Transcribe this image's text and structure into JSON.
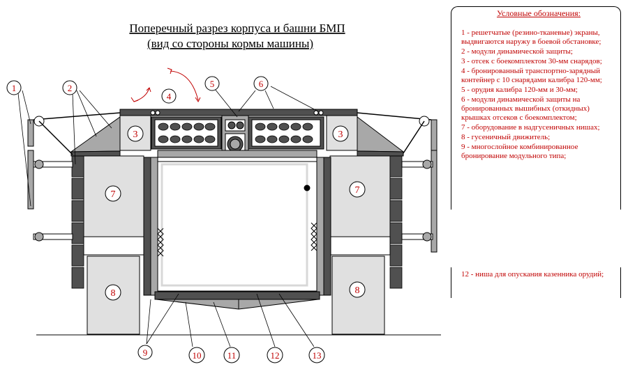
{
  "title": {
    "line1": "Поперечный разрез корпуса и башни БМП",
    "line2": "(вид со стороны кормы машины)"
  },
  "legend": {
    "heading": "Условные обозначения:",
    "items": [
      "1 - решетчатые (резино-тканевые) экраны, выдвигаются наружу в боевой обстановке;",
      "2 - модули динамической защиты;",
      "3 - отсек с боекомплектом 30-мм снарядов;",
      "4 - бронированный транспортно-зарядный контейнер с 10 снарядами калибра 120-мм;",
      "5 - орудия калибра 120-мм и 30-мм;",
      "6 - модули динамической защиты на бронированных вышибных (откидных) крышках отсеков с боекомплектом;",
      "7 - оборудование в надгусеничных нишах;",
      "8 - гусеничный движитель;",
      "9 - многослойное комбинированное бронирование  модульного типа;"
    ],
    "item12": "12 - ниша для опускания казенника орудий;"
  },
  "callouts": {
    "c1": "1",
    "c2": "2",
    "c3": "3",
    "c4": "4",
    "c5": "5",
    "c6": "6",
    "c7": "7",
    "c8": "8",
    "c9": "9",
    "c10": "10",
    "c11": "11",
    "c12": "12",
    "c13": "13"
  },
  "colors": {
    "label": "#c00000",
    "dark_armor": "#505050",
    "mid_armor": "#a8a8a8",
    "light_fill": "#e0e0e0",
    "outline": "#000000"
  }
}
